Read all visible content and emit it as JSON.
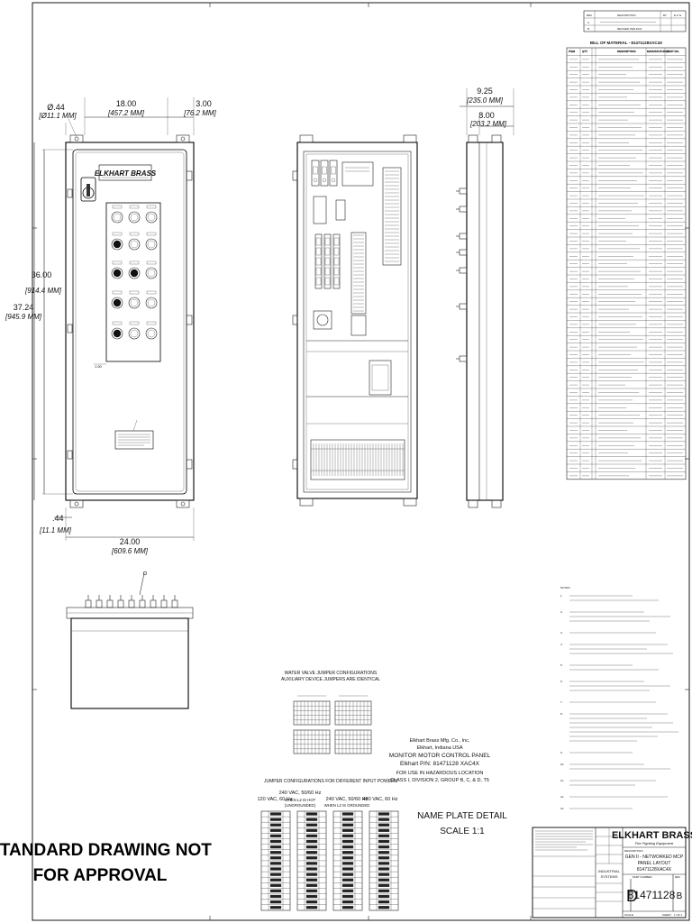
{
  "revision_table": {
    "headers": [
      "REV",
      "DESCRIPTION",
      "BY",
      "E.C.N.",
      "DATE"
    ],
    "rows": [
      {
        "rev": "A",
        "description": "",
        "by": "",
        "ecn": "",
        "date": ""
      },
      {
        "rev": "B",
        "description": "REVISED PER ECN",
        "by": "",
        "ecn": "",
        "date": ""
      }
    ]
  },
  "bom": {
    "title": "BILL OF MATERIAL - 81471128XAC4X",
    "headers": [
      "ITEM",
      "QTY",
      "DESCRIPTION",
      "MANUFACTURER",
      "PART NO."
    ],
    "row_count": 56
  },
  "dimensions": {
    "d_044_top": "Ø.44",
    "d_044_top_mm": "[Ø11.1 MM]",
    "d_1800": "18.00",
    "d_1800_mm": "[457.2 MM]",
    "d_300": "3.00",
    "d_300_mm": "[76.2 MM]",
    "d_3600": "36.00",
    "d_3600_mm": "[914.4 MM]",
    "d_3724": "37.24",
    "d_3724_mm": "[945.9 MM]",
    "d_150": "1.50",
    "d_044_bot": ".44",
    "d_044_bot_mm": "[11.1 MM]",
    "d_2400": "24.00",
    "d_2400_mm": "[609.6 MM]",
    "d_925": "9.25",
    "d_925_mm": "[235.0 MM]",
    "d_800": "8.00",
    "d_800_mm": "[203.2 MM]"
  },
  "front_panel": {
    "brand": "ELKHART BRASS"
  },
  "jumper_tables": {
    "title_line1": "WATER VALVE JUMPER CONFIGURATIONS",
    "title_line2": "AUXILIARY DEVICE JUMPERS ARE IDENTICAL"
  },
  "nameplate": {
    "line1": "Elkhart Brass Mfg. Co., Inc.",
    "line2": "Elkhart, Indiana USA",
    "line3": "MONITOR MOTOR CONTROL PANEL",
    "line4": "Elkhart P/N: 81471128 XAC4X",
    "line5": "FOR USE IN HAZARDOUS LOCATION",
    "line6": "CLASS I, DIVISION 2, GROUP B, C, & D, T5",
    "caption1": "NAME PLATE DETAIL",
    "caption2": "SCALE 1:1"
  },
  "input_power": {
    "title": "JUMPER CONFIGURATIONS FOR DIFFERENT INPUT POWERS",
    "col1": "120 VAC, 60 Hz",
    "col2_line1": "240 VAC, 50/60 Hz",
    "col2_line2": "WHEN L2 IS HOT",
    "col2_line3": "(UNGROUNDED)",
    "col3_line1": "240 VAC, 50/60 Hz",
    "col3_line2": "WHEN L2 IS GROUNDED",
    "col4": "480 VAC, 60 Hz"
  },
  "notes": {
    "heading": "NOTES:",
    "items": [
      {
        "num": "1.",
        "line_count": 2
      },
      {
        "num": "2.",
        "line_count": 3
      },
      {
        "num": "3.",
        "line_count": 1
      },
      {
        "num": "4.",
        "line_count": 3
      },
      {
        "num": "5.",
        "line_count": 2
      },
      {
        "num": "6.",
        "line_count": 3
      },
      {
        "num": "7.",
        "line_count": 1
      },
      {
        "num": "8.",
        "line_count": 7
      },
      {
        "num": "9.",
        "line_count": 1
      },
      {
        "num": "10.",
        "line_count": 2
      },
      {
        "num": "11.",
        "line_count": 2
      },
      {
        "num": "12.",
        "line_count": 1
      },
      {
        "num": "13.",
        "line_count": 1
      }
    ]
  },
  "stamp": {
    "line1": "STANDARD DRAWING NOT",
    "line2": "FOR APPROVAL"
  },
  "title_block": {
    "company": "ELKHART BRASS",
    "tagline": "Fire Fighting Equipment",
    "description_label": "DESCRIPTION",
    "desc_line1": "GEN II - NETWORKED MCP",
    "desc_line2": "PANEL LAYOUT",
    "desc_line3": "81471128XAC4X",
    "part_number_label": "PART NUMBER",
    "part_number": "81471128",
    "rev_label": "REV",
    "rev": "B",
    "size": "D",
    "scale_label": "SCALE",
    "sheet_label": "SHEET",
    "sheet_value": "1 OF 1",
    "group_label": "INDUSTRIAL",
    "group_label2": "SYSTEMS"
  }
}
